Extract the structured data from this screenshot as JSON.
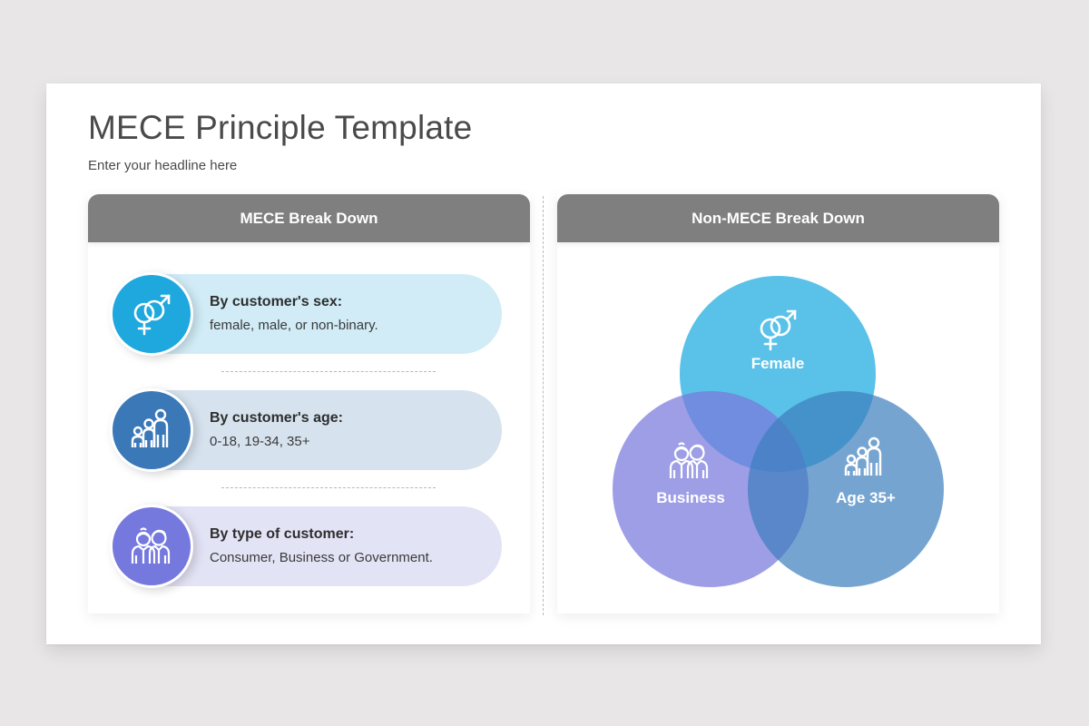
{
  "slide": {
    "title": "MECE Principle Template",
    "subtitle": "Enter your headline here"
  },
  "left_panel": {
    "header": "MECE Break Down",
    "items": [
      {
        "title": "By customer's sex:",
        "description": "female, male, or non-binary.",
        "icon": "gender-symbols-icon",
        "circle_color": "#1ea8de",
        "pill_color": "#d1ecf6"
      },
      {
        "title": "By customer's age:",
        "description": "0-18, 19-34, 35+",
        "icon": "family-age-icon",
        "circle_color": "#3a78b8",
        "pill_color": "#d6e2ee"
      },
      {
        "title": "By type of customer:",
        "description": "Consumer, Business or Government.",
        "icon": "business-people-icon",
        "circle_color": "#7579de",
        "pill_color": "#e3e3f6"
      }
    ]
  },
  "right_panel": {
    "header": "Non-MECE Break Down",
    "venn": [
      {
        "label": "Female",
        "icon": "gender-symbols-icon",
        "color": "#36b4e3"
      },
      {
        "label": "Business",
        "icon": "business-people-icon",
        "color": "#7f7fdc"
      },
      {
        "label": "Age 35+",
        "icon": "family-age-icon",
        "color": "#4f8ac2"
      }
    ]
  },
  "colors": {
    "header_bg": "#7f7f7f",
    "page_bg": "#e8e6e7",
    "title_text": "#4a4a4a"
  }
}
